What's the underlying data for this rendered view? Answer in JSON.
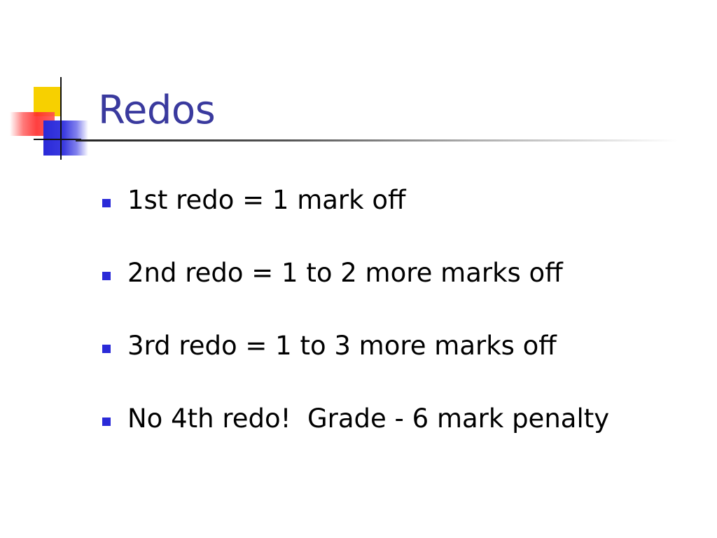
{
  "slide": {
    "title": "Redos",
    "bullets": [
      "1st redo = 1 mark off",
      "2nd redo = 1 to 2 more marks off",
      "3rd redo = 1 to 3 more marks off",
      "No 4th redo!  Grade - 6 mark penalty"
    ]
  },
  "colors": {
    "title": "#3a3a9e",
    "bullet_marker": "#2a2ad8",
    "logo_yellow": "#f7d000",
    "logo_red": "#ff2a2a",
    "logo_blue": "#2a2ad8"
  }
}
